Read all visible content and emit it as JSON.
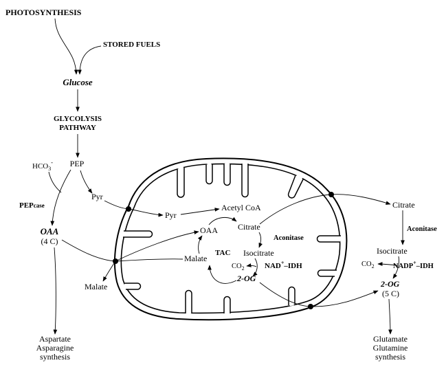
{
  "colors": {
    "ink": "#000000",
    "background": "#ffffff"
  },
  "sources": {
    "photosynthesis": "PHOTOSYNTHESIS",
    "stored_fuels": "STORED FUELS"
  },
  "cytosol_left": {
    "glucose": "Glucose",
    "glycolysis_line1": "GLYCOLYSIS",
    "glycolysis_line2": "PATHWAY",
    "pep": "PEP",
    "hco3": {
      "base": "HCO",
      "sub": "3",
      "sup": "-"
    },
    "pepcase": {
      "main": "PEP",
      "suffix": "case"
    },
    "pyr": "Pyr",
    "oaa": "OAA",
    "oaa_carbons": "(4 C)",
    "malate": "Malate",
    "products": [
      "Aspartate",
      "Asparagine",
      "synthesis"
    ]
  },
  "mitochondrion": {
    "pyr": "Pyr",
    "acetyl_coa": "Acetyl CoA",
    "oaa": "OAA",
    "citrate": "Citrate",
    "aconitase": "Aconitase",
    "tac": "TAC",
    "isocitrate": "Isocitrate",
    "malate": "Malate",
    "co2": {
      "base": "CO",
      "sub": "2"
    },
    "nad_idh": {
      "base": "NAD",
      "sup": "+",
      "suffix": "–IDH"
    },
    "two_og": "2-OG"
  },
  "cytosol_right": {
    "citrate": "Citrate",
    "aconitase": "Aconitase",
    "isocitrate": "Isocitrate",
    "co2": {
      "base": "CO",
      "sub": "2"
    },
    "nadp_idh": {
      "base": "NADP",
      "sup": "+",
      "suffix": "–IDH"
    },
    "two_og": "2-OG",
    "two_og_carbons": "(5 C)",
    "products": [
      "Glutamate",
      "Glutamine",
      "synthesis"
    ]
  }
}
